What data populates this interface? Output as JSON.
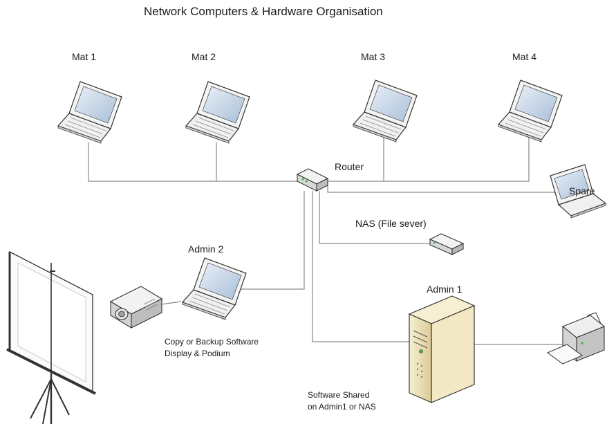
{
  "title": "Network Computers & Hardware Organisation",
  "nodes": {
    "mat1": "Mat 1",
    "mat2": "Mat 2",
    "mat3": "Mat 3",
    "mat4": "Mat 4",
    "spare": "Spare",
    "router": "Router",
    "nas": "NAS (File sever)",
    "admin2": "Admin 2",
    "admin1": "Admin 1"
  },
  "notes": {
    "admin2_line1": "Copy or Backup Software",
    "admin2_line2": "Display & Podium",
    "shared_line1": "Software Shared",
    "shared_line2": "on Admin1  or NAS"
  },
  "icons": [
    "laptop-icon",
    "router-icon",
    "nas-icon",
    "server-tower-icon",
    "printer-icon",
    "projector-icon",
    "projection-screen-icon"
  ],
  "colors": {
    "line": "#6e6e6e",
    "laptop_screen": "#c9d8ea",
    "server_beige": "#efe2b8",
    "accent_green": "#4caf50"
  }
}
